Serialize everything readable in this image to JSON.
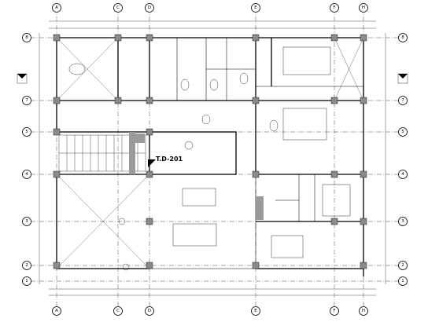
{
  "grid": {
    "letters": [
      "A",
      "C",
      "D",
      "E",
      "F",
      "H"
    ],
    "numbers": [
      "8",
      "7",
      "5",
      "4",
      "3",
      "2",
      "1"
    ]
  },
  "section_tag": {
    "label": "T.D-201"
  }
}
